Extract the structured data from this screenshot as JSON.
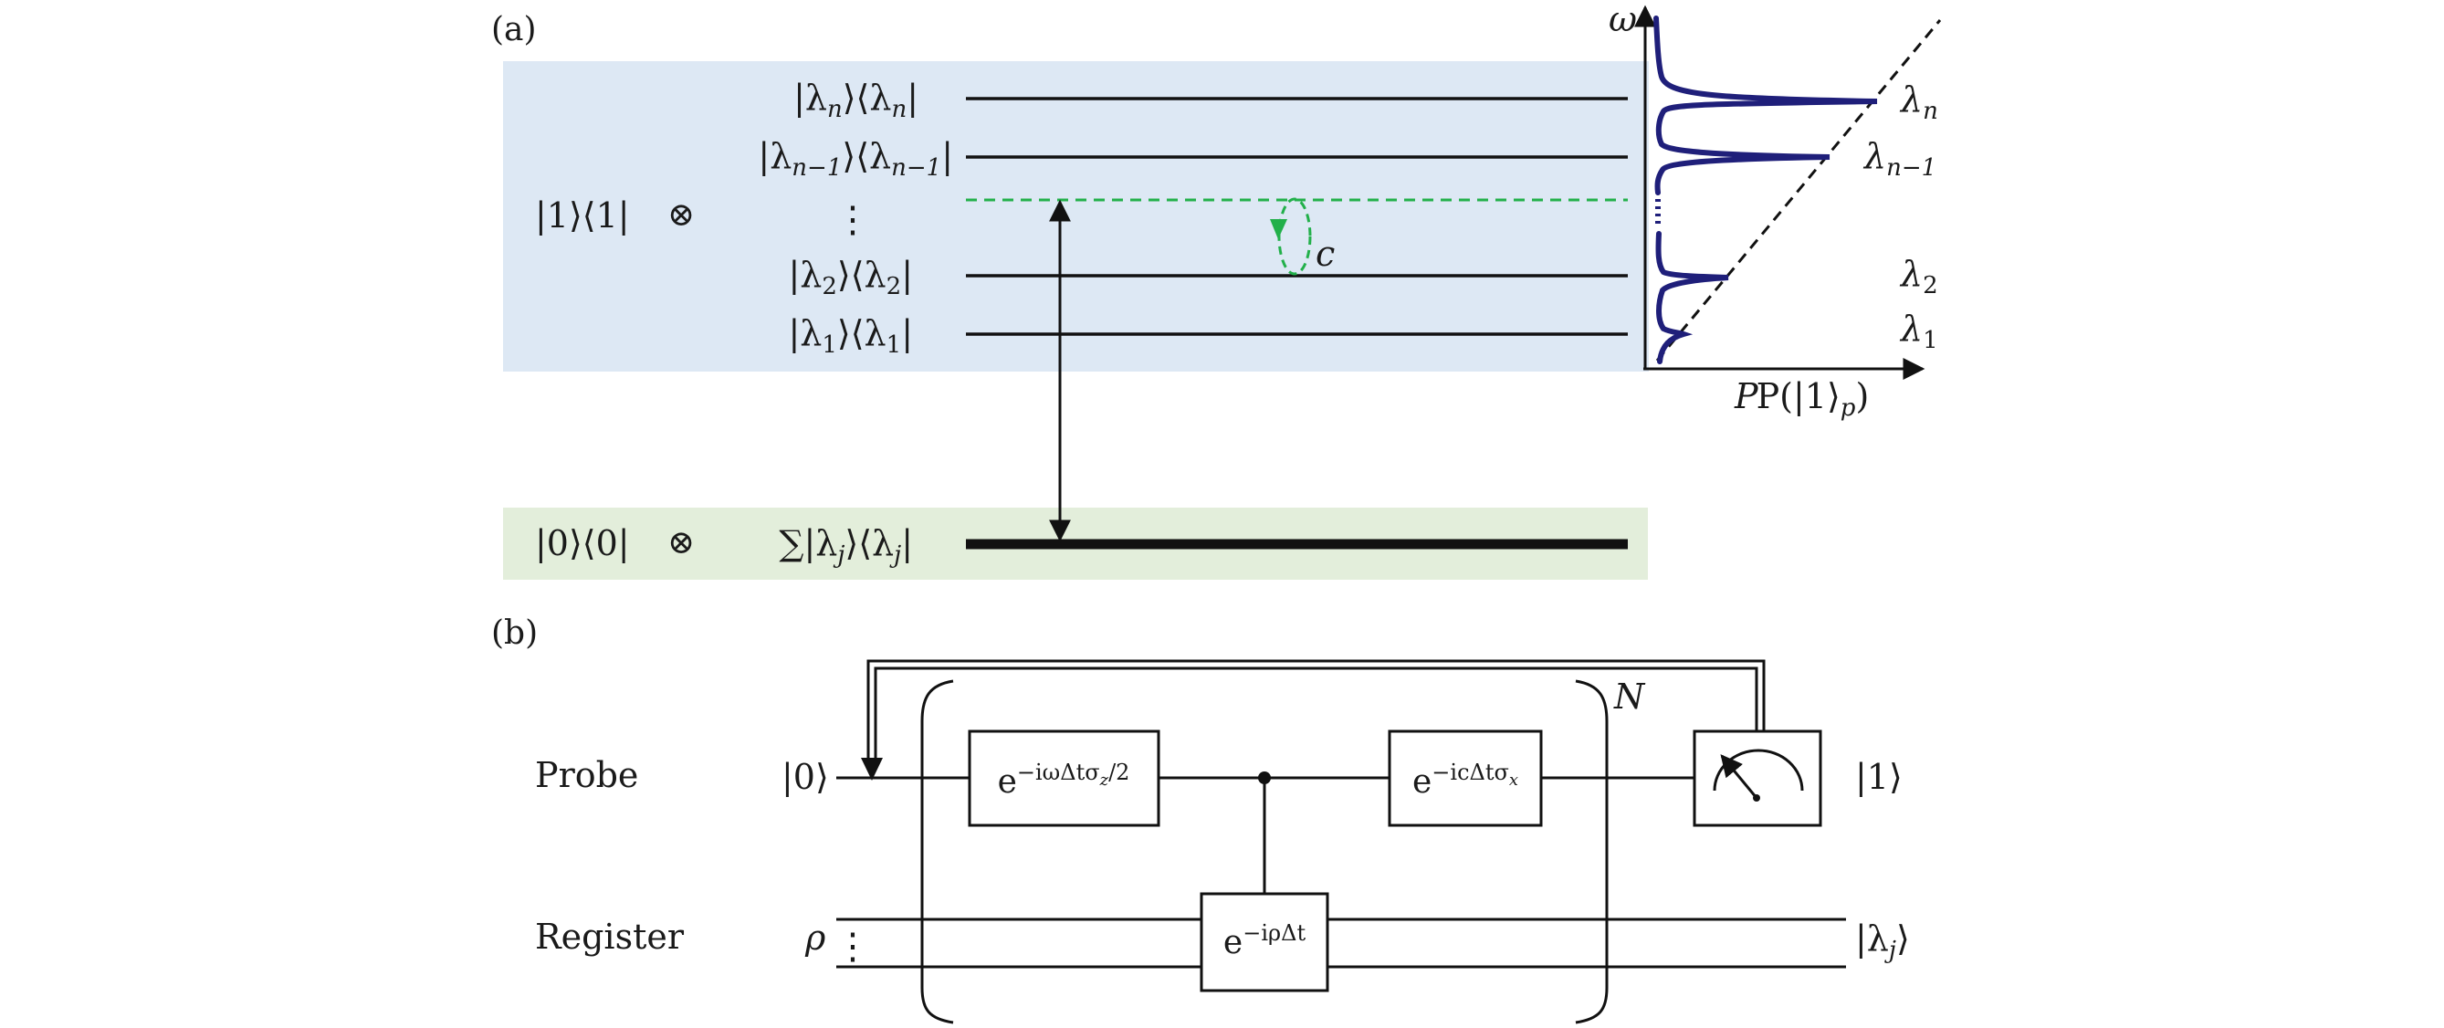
{
  "panel_a": {
    "label": "(a)",
    "excited_block": {
      "state": "|1⟩⟨1|",
      "tensor": "⊗"
    },
    "ground_block": {
      "state": "|0⟩⟨0|",
      "tensor": "⊗",
      "sum": "∑|λ",
      "sum_sub": "j",
      "sum_mid": "⟩⟨λ",
      "sum_sub2": "j",
      "sum_end": "|"
    },
    "levels": [
      {
        "pre": "|λ",
        "sub": "n",
        "mid": "⟩⟨λ",
        "sub2": "n",
        "end": "|"
      },
      {
        "pre": "|λ",
        "sub": "n−1",
        "mid": "⟩⟨λ",
        "sub2": "n−1",
        "end": "|"
      },
      {
        "pre": "|λ",
        "sub": "2",
        "mid": "⟩⟨λ",
        "sub2": "2",
        "end": "|"
      },
      {
        "pre": "|λ",
        "sub": "1",
        "mid": "⟩⟨λ",
        "sub2": "1",
        "end": "|"
      }
    ],
    "vdots": "⋮",
    "coupling_label": "c",
    "colors": {
      "excited_bg": "#dde8f4",
      "ground_bg": "#e3eedb",
      "dashed": "#22b04a",
      "spectrum": "#1f1f7a"
    },
    "spectrum": {
      "y_axis": "ω",
      "x_axis_pre": "P(|1⟩",
      "x_axis_sub": "p",
      "x_axis_post": ")",
      "peaks": [
        {
          "sym": "λ",
          "sub": "n"
        },
        {
          "sym": "λ",
          "sub": "n−1"
        },
        {
          "sym": "λ",
          "sub": "2"
        },
        {
          "sym": "λ",
          "sub": "1"
        }
      ]
    }
  },
  "panel_b": {
    "label": "(b)",
    "probe_label": "Probe",
    "register_label": "Register",
    "probe_input": "|0⟩",
    "register_input": "ρ",
    "register_dots": "⋮",
    "gate1": {
      "base": "e",
      "exp": "−iωΔtσ",
      "exp_sub": "z",
      "exp_post": "/2"
    },
    "gate2": {
      "base": "e",
      "exp": "−icΔtσ",
      "exp_sub": "x"
    },
    "gate3": {
      "base": "e",
      "exp": "−iρΔt"
    },
    "repeat": "N",
    "probe_output": "|1⟩",
    "register_output_pre": "|λ",
    "register_output_sub": "j",
    "register_output_post": "⟩"
  }
}
